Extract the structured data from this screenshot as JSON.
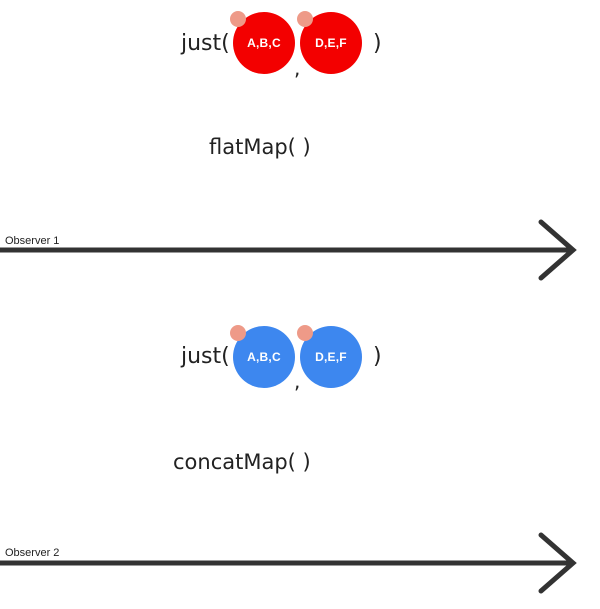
{
  "colors": {
    "red_marble": "#f30000",
    "blue_marble": "#3d87ef",
    "marble_dot": "#ee9a88",
    "line": "#333333",
    "text": "#222222",
    "marble_text": "#ffffff"
  },
  "section1": {
    "just_open": "just(",
    "marble_1": "A,B,C",
    "comma": ",",
    "marble_2": "D,E,F",
    "just_close": ")",
    "operator": "flatMap(  )",
    "observer": "Observer 1"
  },
  "section2": {
    "just_open": "just(",
    "marble_1": "A,B,C",
    "comma": ",",
    "marble_2": "D,E,F",
    "just_close": ")",
    "operator": "concatMap(  )",
    "observer": "Observer 2"
  }
}
